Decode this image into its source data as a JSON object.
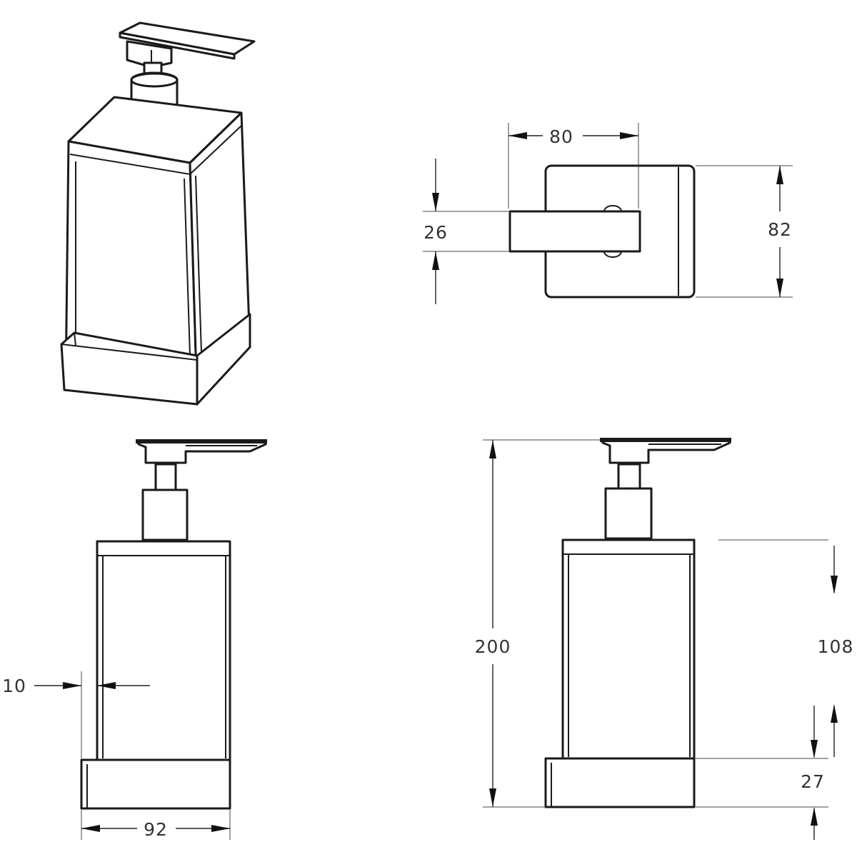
{
  "dimensions": {
    "top_width": "80",
    "arm_height": "26",
    "plate_height": "82",
    "wall_thickness": "10",
    "base_width": "92",
    "total_height": "200",
    "mount_offset": "108",
    "base_height": "27"
  }
}
